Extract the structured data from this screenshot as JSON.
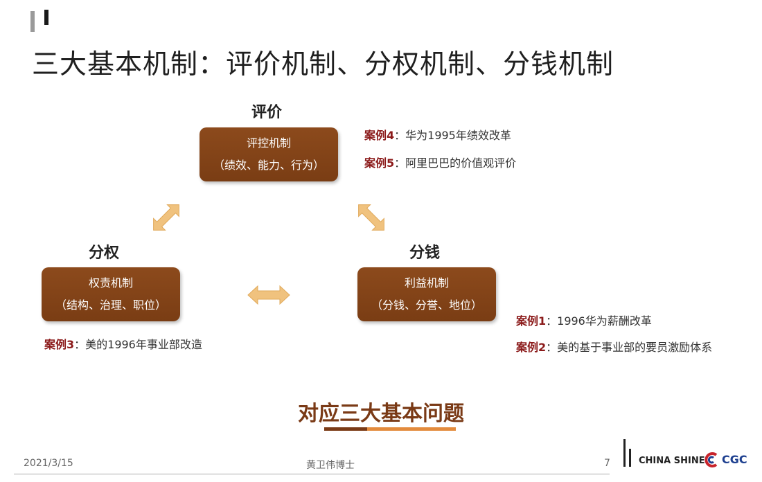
{
  "title": "三大基本机制：评价机制、分权机制、分钱机制",
  "nodes": {
    "evaluate": {
      "label": "评价",
      "box_line1": "评控机制",
      "box_line2": "（绩效、能力、行为）"
    },
    "authority": {
      "label": "分权",
      "box_line1": "权责机制",
      "box_line2": "（结构、治理、职位）"
    },
    "money": {
      "label": "分钱",
      "box_line1": "利益机制",
      "box_line2": "（分钱、分誉、地位）"
    }
  },
  "cases": {
    "case4": {
      "tag": "案例4",
      "text": "：华为1995年绩效改革"
    },
    "case5": {
      "tag": "案例5",
      "text": "：阿里巴巴的价值观评价"
    },
    "case3": {
      "tag": "案例3",
      "text": "：美的1996年事业部改造"
    },
    "case1": {
      "tag": "案例1",
      "text": "：1996华为薪酬改革"
    },
    "case2": {
      "tag": "案例2",
      "text": "：美的基于事业部的要员激励体系"
    }
  },
  "bottom_title": "对应三大基本问题",
  "footer": {
    "date": "2021/3/15",
    "author": "黄卫伟博士",
    "page": "7"
  },
  "logo": {
    "china": "CHINA",
    "shine": "SHINE",
    "cgc": "CGC"
  },
  "colors": {
    "box": "#7a3d14",
    "arrow": "#f0c27e",
    "case_tag": "#8b1a1a",
    "bottom_title": "#7a3a16",
    "underline_light": "#e38b3d"
  }
}
